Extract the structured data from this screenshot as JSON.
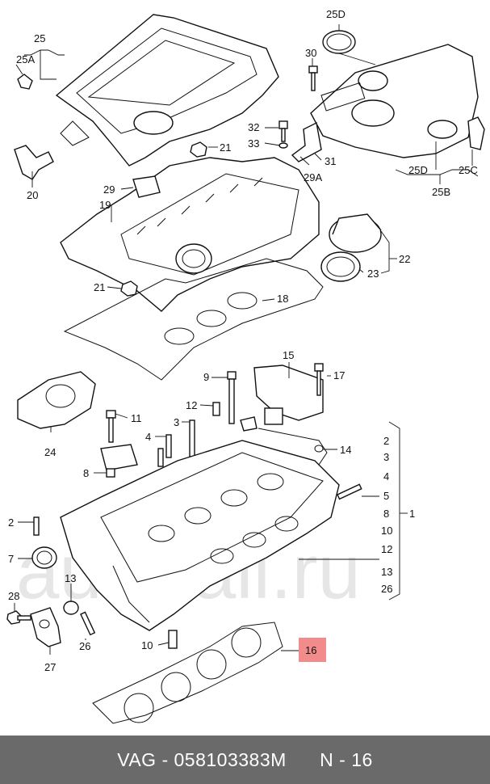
{
  "watermark": "autorall.ru",
  "footer": {
    "brand": "VAG",
    "part_number": "058103383M",
    "ref": "N - 16"
  },
  "highlight_color": "#f28c8c",
  "callouts": {
    "c25": "25",
    "c25A": "25A",
    "c25D_top": "25D",
    "c30": "30",
    "c32": "32",
    "c33": "33",
    "c21_top": "21",
    "c31": "31",
    "c29A": "29A",
    "c25D_bot": "25D",
    "c25C": "25C",
    "c25B": "25B",
    "c20": "20",
    "c29": "29",
    "c19": "19",
    "c22": "22",
    "c23": "23",
    "c21_mid": "21",
    "c18": "18",
    "c15": "15",
    "c9": "9",
    "c17": "17",
    "c12": "12",
    "c11": "11",
    "c3": "3",
    "c4": "4",
    "c14": "14",
    "c24": "24",
    "c8": "8",
    "c2_left": "2",
    "c7": "7",
    "c13_left": "13",
    "c28": "28",
    "c26_left": "26",
    "c27": "27",
    "c10": "10",
    "c16": "16"
  },
  "bracket_list": {
    "items": [
      "2",
      "3",
      "4",
      "5",
      "8",
      "10",
      "12",
      "13",
      "26"
    ],
    "group": "1"
  }
}
